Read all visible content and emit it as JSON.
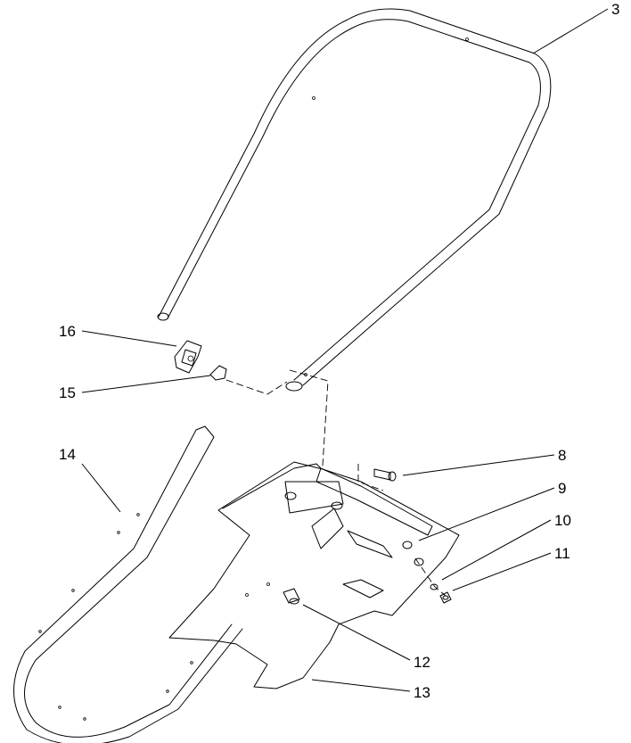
{
  "callouts": {
    "c3": "3",
    "c8": "8",
    "c9": "9",
    "c10": "10",
    "c11": "11",
    "c12": "12",
    "c13": "13",
    "c14": "14",
    "c15": "15",
    "c16": "16"
  }
}
